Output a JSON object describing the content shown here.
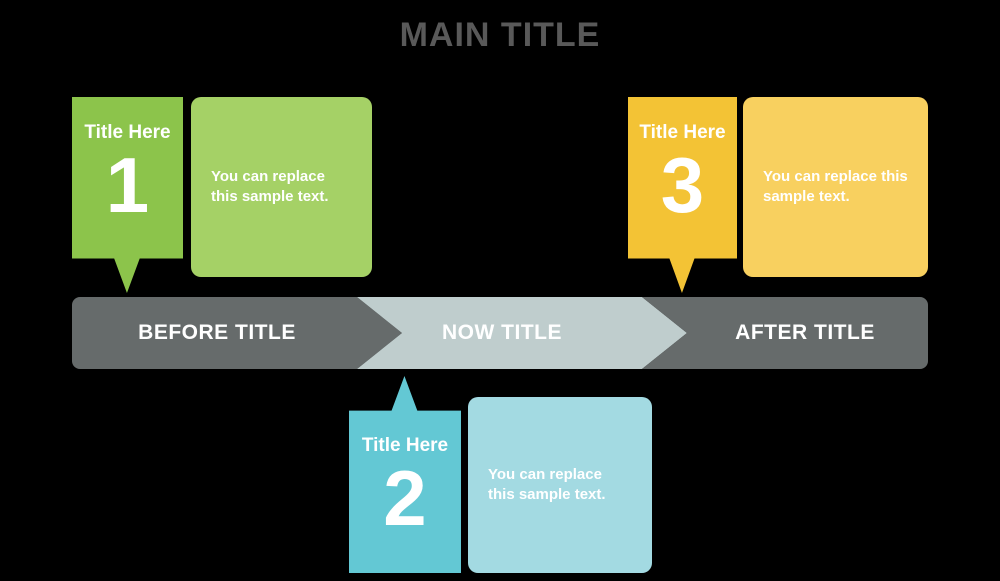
{
  "title": "MAIN TITLE",
  "colors": {
    "background": "#000000",
    "title_text": "#595959",
    "band_dark": "#666b6b",
    "band_light": "#bfcdcd",
    "green_dark": "#8cc44b",
    "green_light": "#a5d166",
    "cyan_dark": "#63c8d4",
    "cyan_light": "#a3dae2",
    "yellow_dark": "#f3c335",
    "yellow_light": "#f8d05f",
    "card_text": "#ffffff"
  },
  "timeline": {
    "segments": [
      {
        "label": "BEFORE TITLE",
        "tone": "dark"
      },
      {
        "label": "NOW TITLE",
        "tone": "light"
      },
      {
        "label": "AFTER TITLE",
        "tone": "dark"
      }
    ]
  },
  "cards": [
    {
      "number": "1",
      "title": "Title Here",
      "body": "You can replace this sample text.",
      "position": "above",
      "accent": "green"
    },
    {
      "number": "2",
      "title": "Title Here",
      "body": "You can replace this sample text.",
      "position": "below",
      "accent": "cyan"
    },
    {
      "number": "3",
      "title": "Title Here",
      "body": "You can replace this sample text.",
      "position": "above",
      "accent": "yellow"
    }
  ]
}
